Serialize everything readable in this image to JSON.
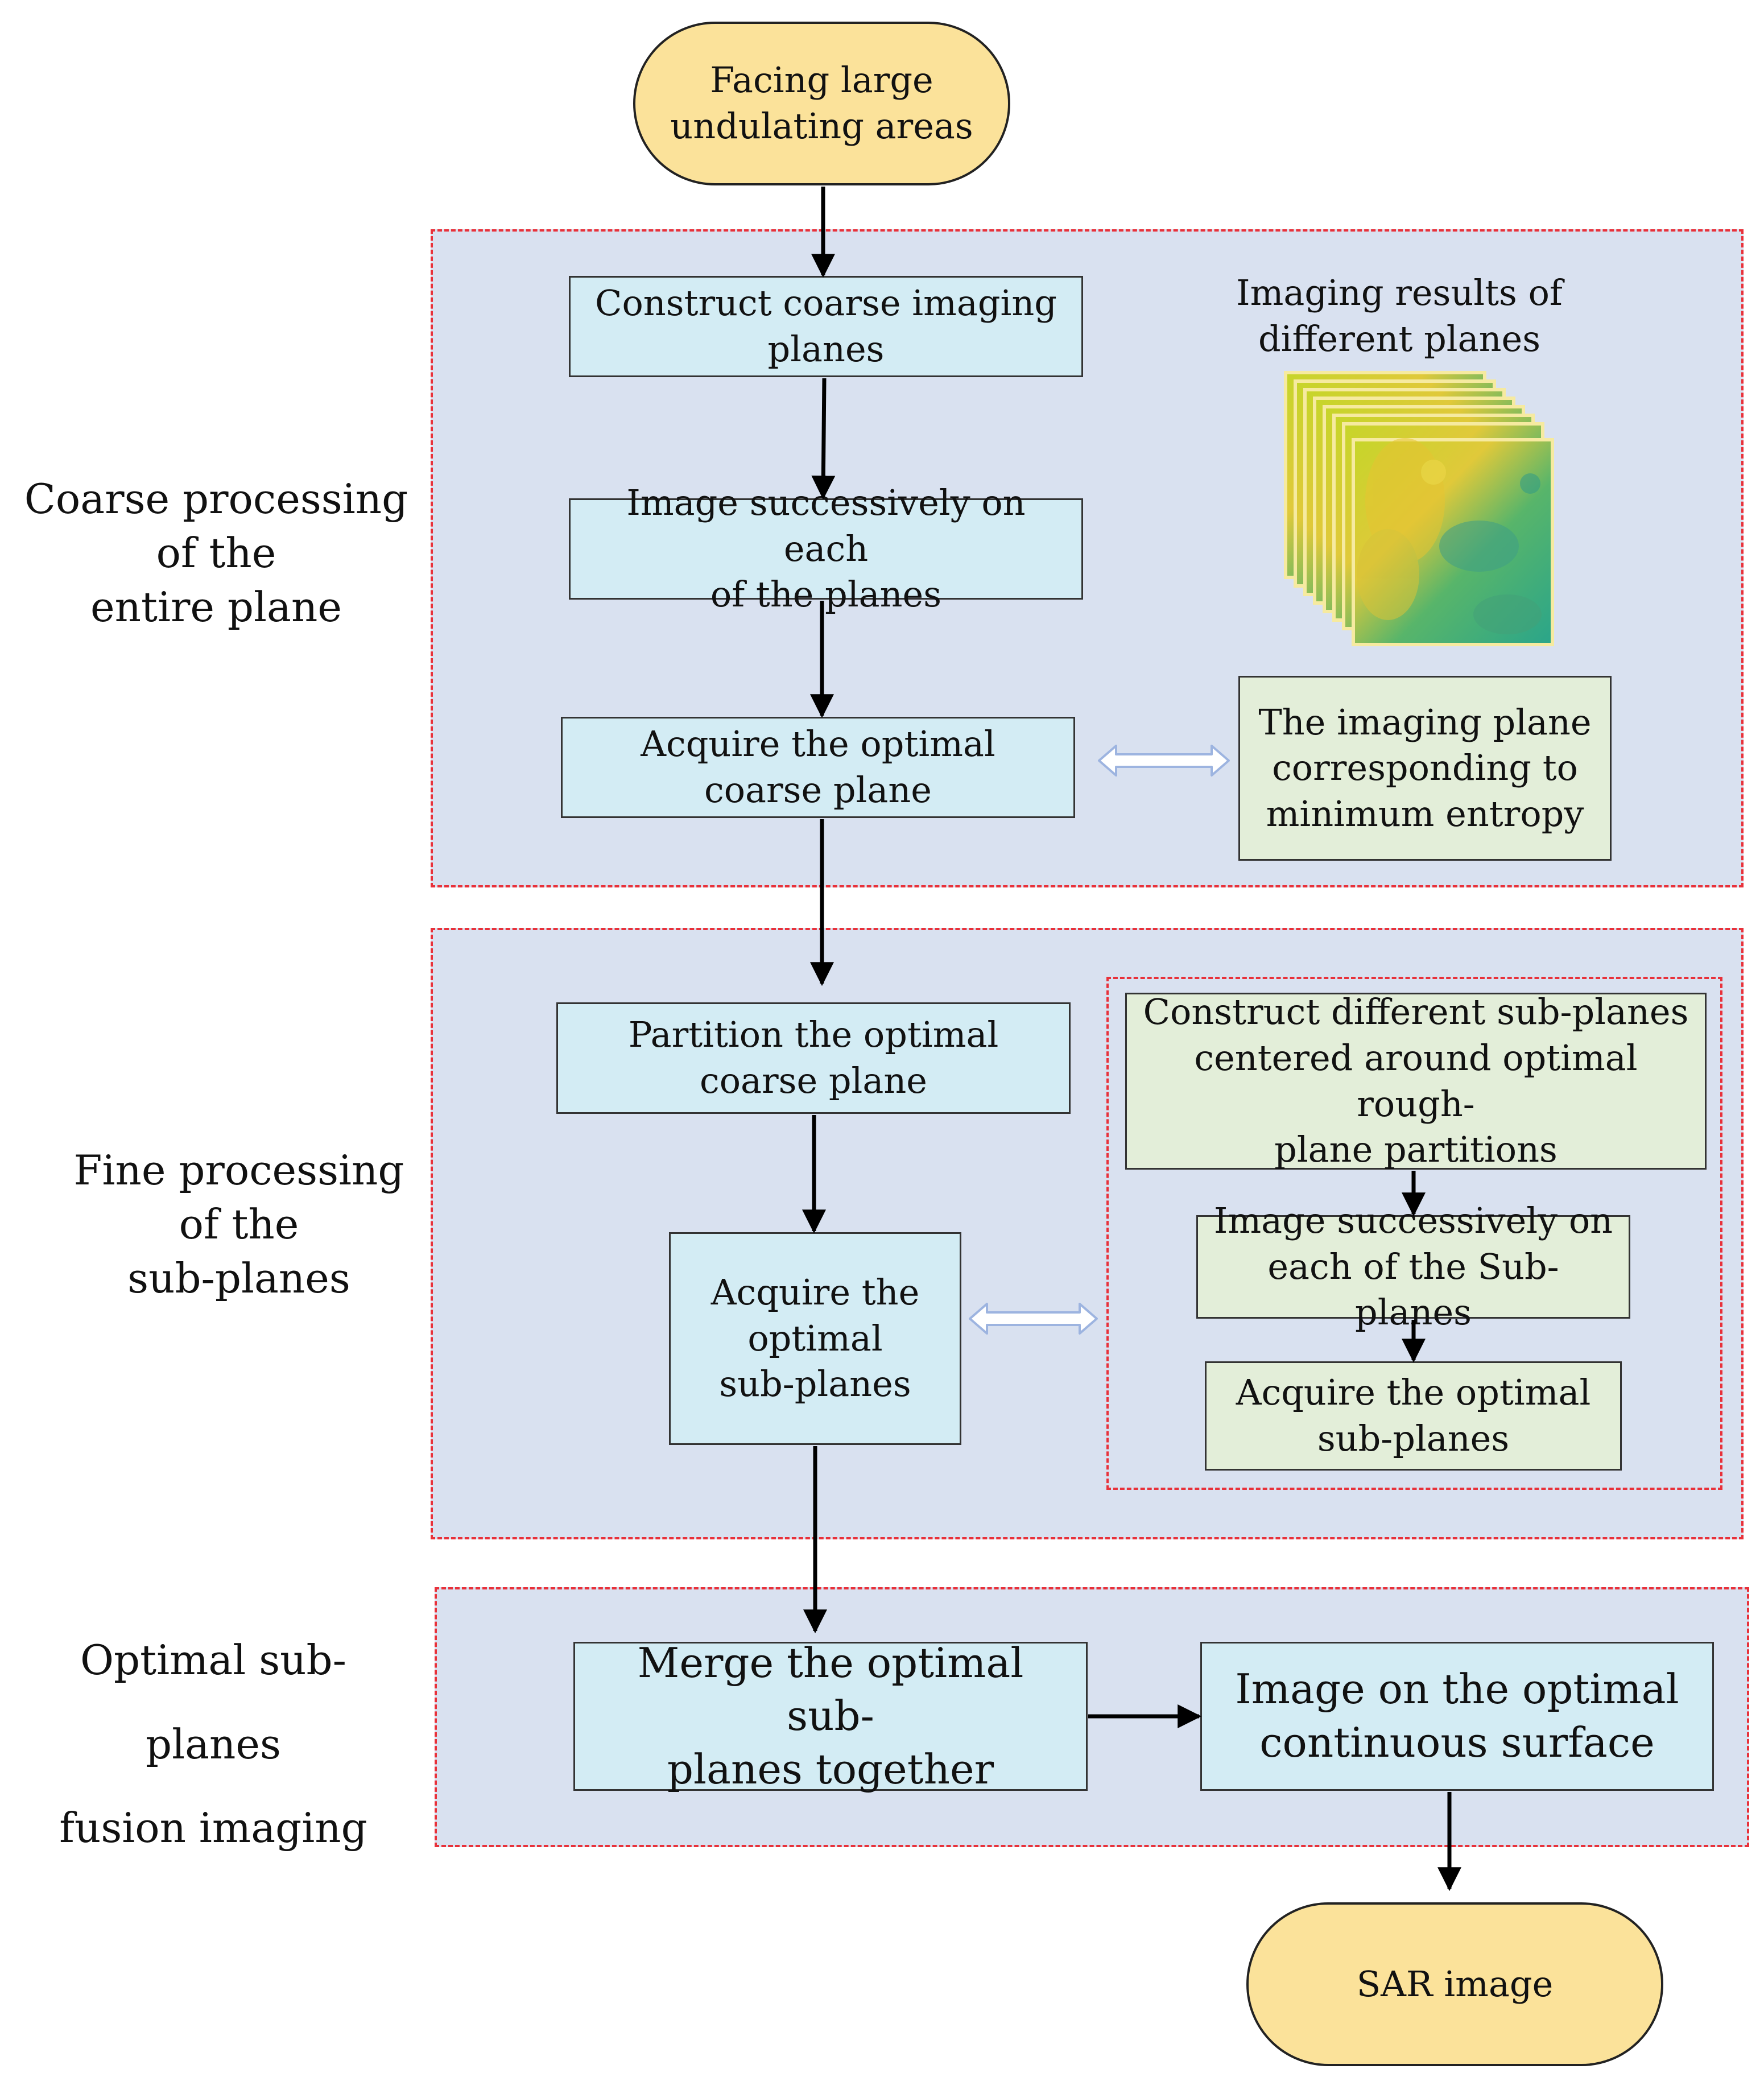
{
  "start": {
    "text": "Facing large\nundulating areas"
  },
  "end": {
    "text": "SAR image"
  },
  "sections": {
    "coarse": {
      "label": "Coarse processing\nof  the\nentire plane",
      "steps": {
        "construct": "Construct coarse imaging\nplanes",
        "image": "Image successively on each\nof the planes",
        "acquire": "Acquire the optimal\ncoarse  plane"
      },
      "results_caption": "Imaging results of\ndifferent planes",
      "min_entropy": "The imaging plane\ncorresponding to\nminimum entropy"
    },
    "fine": {
      "label": "Fine  processing\nof the\nsub-planes",
      "steps": {
        "partition": "Partition the optimal\ncoarse plane",
        "acquire": "Acquire the\noptimal\nsub-planes"
      },
      "detail": {
        "construct": "Construct different sub-planes\ncentered around optimal rough-\nplane partitions",
        "image": "Image successively on\neach of the Sub-planes",
        "acquire": "Acquire the optimal\nsub-planes"
      }
    },
    "fusion": {
      "label": "Optimal sub-planes\nfusion imaging",
      "merge": "Merge the optimal sub-\nplanes together",
      "surface": "Image on the optimal\ncontinuous surface"
    }
  },
  "colors": {
    "section_fill": "#d9e1f0",
    "section_border": "#e8313a",
    "process_box": "#d3ecf4",
    "detail_box": "#e3eed9",
    "terminal": "#fbe29a",
    "double_arrow": "#9db4e0"
  }
}
